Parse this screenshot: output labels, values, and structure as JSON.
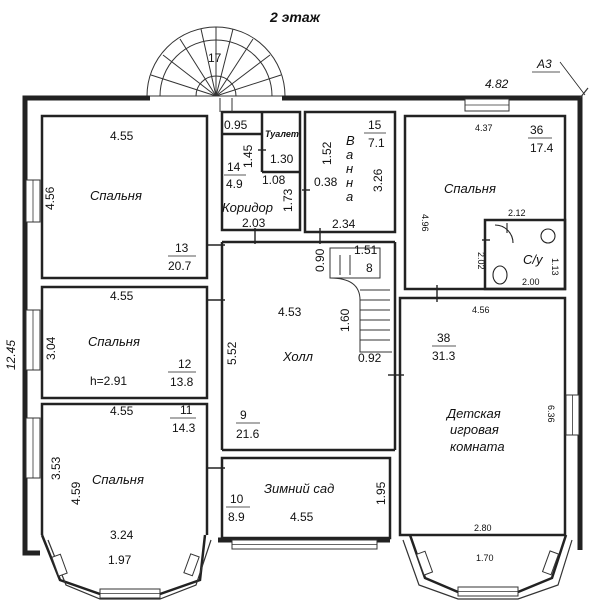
{
  "title": "2 этаж",
  "corner_mark": "А3",
  "overall": {
    "width": "4.82",
    "height": "12.45"
  },
  "stair_top": "17",
  "rooms": {
    "bedroom1": {
      "name": "Спальня",
      "width": "4.55",
      "depth": "4.56",
      "number": "13",
      "area": "20.7"
    },
    "bedroom2": {
      "name": "Спальня",
      "width": "4.55",
      "depth": "3.04",
      "height": "h=2.91",
      "number": "12",
      "area": "13.8"
    },
    "bedroom3": {
      "name": "Спальня",
      "width": "4.55",
      "depth": "3.53",
      "depth2": "4.59",
      "bay": "3.24",
      "bay2": "1.97",
      "number": "11",
      "area": "14.3"
    },
    "toilet": {
      "name": "Туалет",
      "d1": "0.95",
      "d2": "1.45",
      "width": "1.30"
    },
    "bath": {
      "name": "Ванна",
      "d1": "1.52",
      "d2": "3.26",
      "number": "15",
      "area": "7.1",
      "width": "2.34",
      "d3": "0.38"
    },
    "corridor": {
      "name": "Коридор",
      "number": "14",
      "area": "4.9",
      "d1": "1.08",
      "d2": "1.73",
      "width": "2.03"
    },
    "stairs": {
      "d1": "0.90",
      "d2": "1.51",
      "number": "8",
      "d3": "1.60",
      "d4": "0.92"
    },
    "hall": {
      "name": "Холл",
      "width": "4.53",
      "depth": "5.52",
      "number": "9",
      "area": "21.6"
    },
    "winter_garden": {
      "name": "Зимний сад",
      "width": "4.55",
      "depth": "1.95",
      "number": "10",
      "area": "8.9"
    },
    "bedroom4": {
      "name": "Спальня",
      "width": "4.37",
      "depth": "4.96",
      "number": "36",
      "area": "17.4"
    },
    "wc": {
      "name": "С/у",
      "width": "2.12",
      "d1": "2.02",
      "d2": "1.13",
      "d3": "2.00"
    },
    "playroom": {
      "name_lines": [
        "Детская",
        "игровая",
        "комната"
      ],
      "number": "38",
      "area": "31.3",
      "width": "4.56",
      "depth": "6.36",
      "bay": "2.80",
      "bay2": "1.70"
    }
  }
}
